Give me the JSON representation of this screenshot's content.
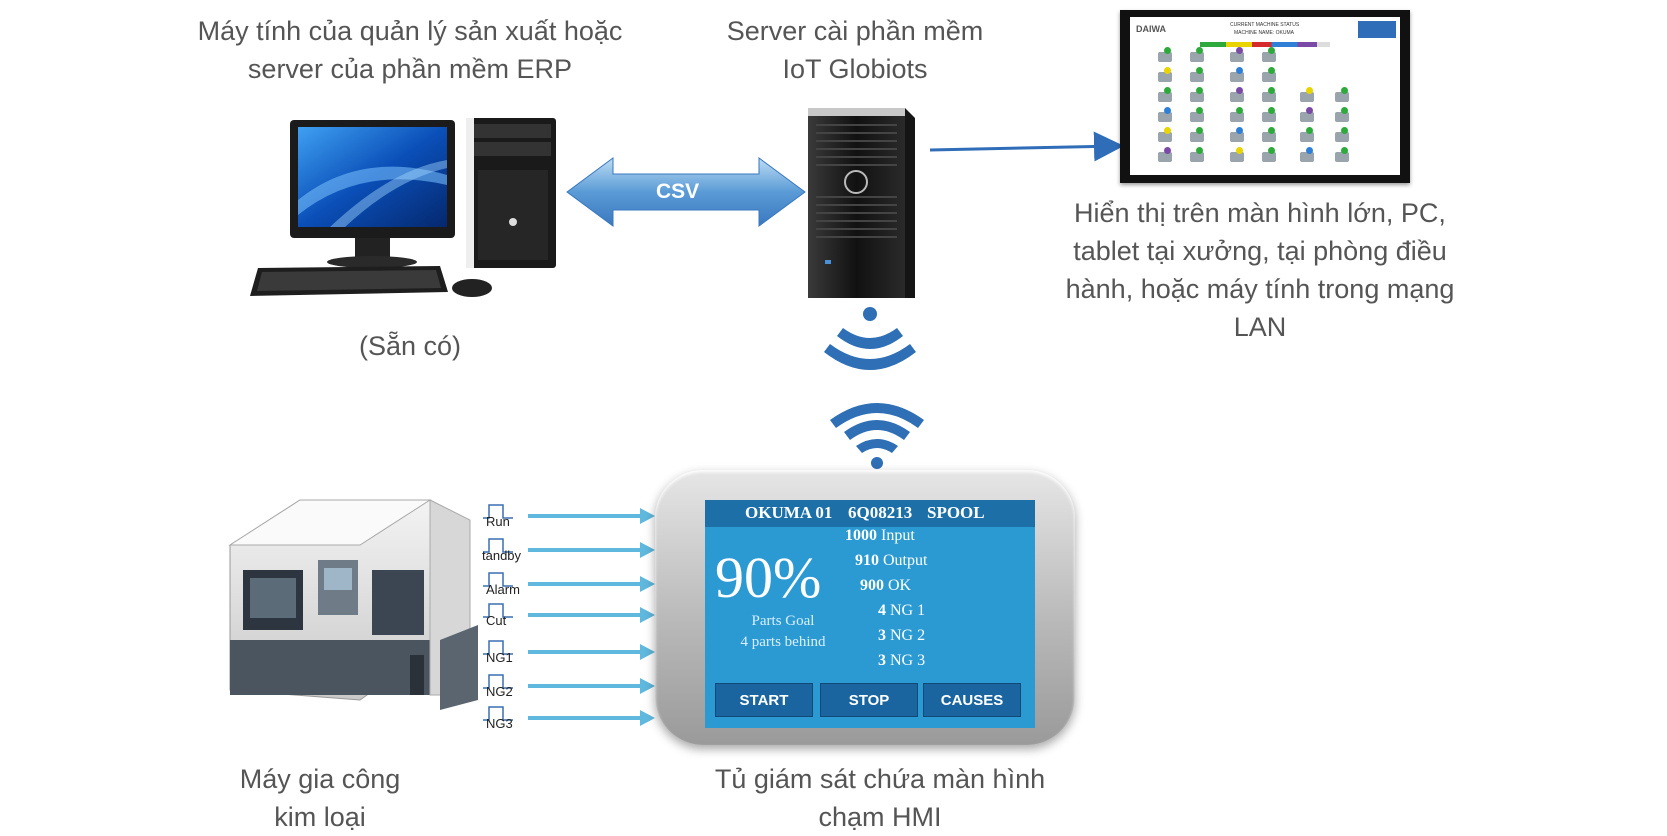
{
  "captions": {
    "erp": [
      "Máy tính của quản lý sản xuất hoặc",
      "server của phần mềm ERP"
    ],
    "server": [
      "Server cài phần mềm",
      "IoT Globiots"
    ],
    "display": [
      "Hiển thị trên màn hình lớn, PC,",
      "tablet tại xưởng, tại phòng điều",
      "hành, hoặc máy tính trong mạng",
      "LAN"
    ],
    "existing": "(Sẵn có)",
    "machine": [
      "Máy gia công",
      "kim loại"
    ],
    "cabinet": [
      "Tủ giám sát chứa màn hình",
      "chạm HMI"
    ]
  },
  "link_label": "CSV",
  "signals": [
    "Run",
    "tandby",
    "Alarm",
    "Cut",
    "NG1",
    "NG2",
    "NG3"
  ],
  "hmi": {
    "machine": "OKUMA 01",
    "order": "6Q08213",
    "part": "SPOOL",
    "percent": "90%",
    "goal_label": "Parts Goal",
    "behind_label": "4 parts behind",
    "counters": [
      {
        "value": "1000",
        "label": "Input"
      },
      {
        "value": "910",
        "label": "Output"
      },
      {
        "value": "900",
        "label": "OK"
      },
      {
        "value": "4",
        "label": "NG 1"
      },
      {
        "value": "3",
        "label": "NG 2"
      },
      {
        "value": "3",
        "label": "NG 3"
      }
    ],
    "buttons": [
      "START",
      "STOP",
      "CAUSES"
    ]
  },
  "dashboard": {
    "logo": "DAIWA",
    "title": "CURRENT MACHINE STATUS",
    "subtitle": "MACHINE NAME: OKUMA"
  },
  "colors": {
    "arrow": "#5fb8dd",
    "wifi": "#2e6fb5",
    "hmi_screen": "#2b9ad3",
    "hmi_header": "#1d6fa8"
  }
}
